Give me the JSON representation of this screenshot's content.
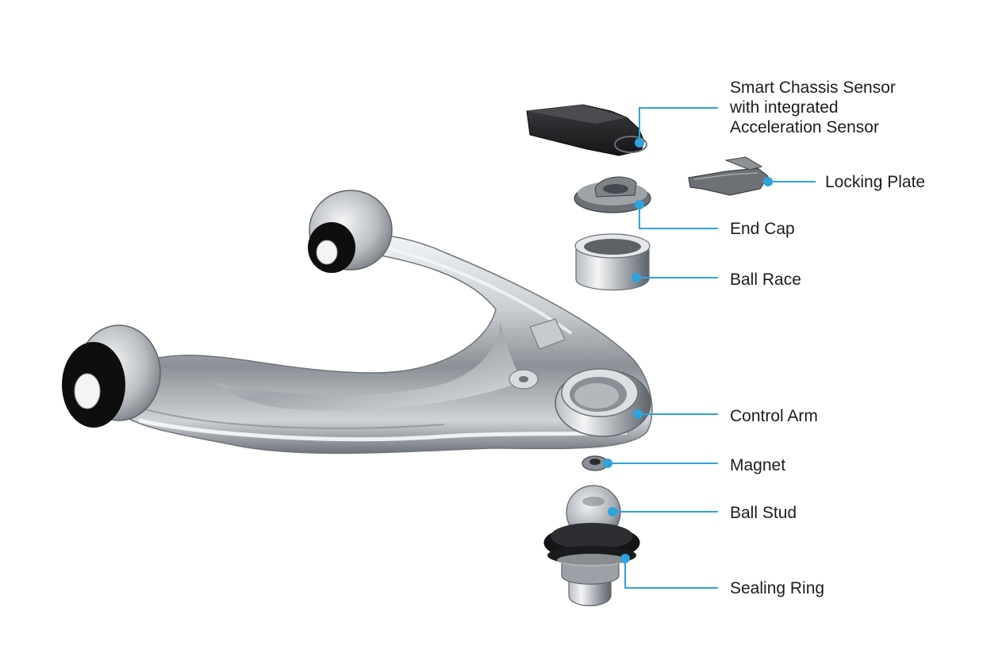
{
  "colors": {
    "leader": "#2ea3dc",
    "dot": "#2ea3dc",
    "label_text": "#1c1c1c",
    "metal_light": "#e9ecef",
    "metal_mid": "#a9aeb3",
    "metal_dark": "#5e6369",
    "rubber": "#111111",
    "sensor_body": "#232426"
  },
  "labels": {
    "sensor": [
      "Smart Chassis Sensor",
      "with integrated",
      "Acceleration Sensor"
    ],
    "locking_plate": "Locking Plate",
    "end_cap": "End Cap",
    "ball_race": "Ball Race",
    "control_arm": "Control Arm",
    "magnet": "Magnet",
    "ball_stud": "Ball Stud",
    "sealing_ring": "Sealing Ring"
  },
  "parts": {
    "sensor": "smart-chassis-sensor",
    "locking_plate": "locking-plate",
    "end_cap": "end-cap",
    "ball_race": "ball-race",
    "control_arm": "control-arm",
    "magnet": "magnet",
    "ball_stud": "ball-stud",
    "sealing_ring": "sealing-ring"
  }
}
